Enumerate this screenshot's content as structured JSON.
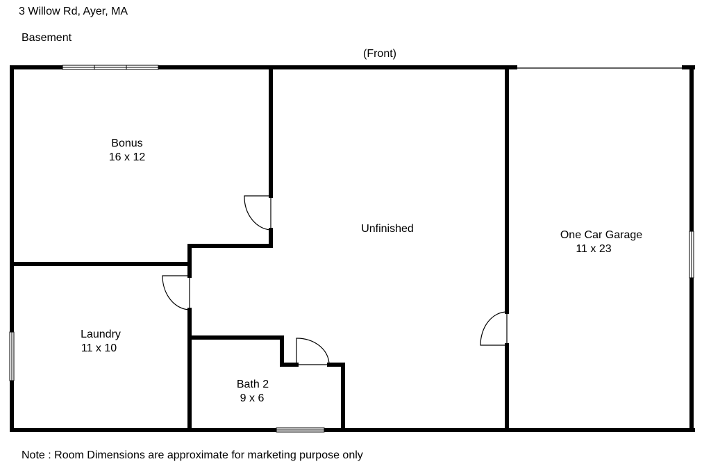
{
  "header": {
    "address": "3 Willow Rd, Ayer, MA",
    "level": "Basement"
  },
  "plan": {
    "front_label": "(Front)",
    "rooms": {
      "bonus": {
        "name": "Bonus",
        "dims": "16 x 12"
      },
      "unfinished": {
        "name": "Unfinished",
        "dims": ""
      },
      "garage": {
        "name": "One Car Garage",
        "dims": "11 x 23"
      },
      "laundry": {
        "name": "Laundry",
        "dims": "11 x 10"
      },
      "bath": {
        "name": "Bath 2",
        "dims": "9 x 6"
      }
    }
  },
  "footer": {
    "note": "Note : Room Dimensions are approximate for marketing purpose only"
  }
}
